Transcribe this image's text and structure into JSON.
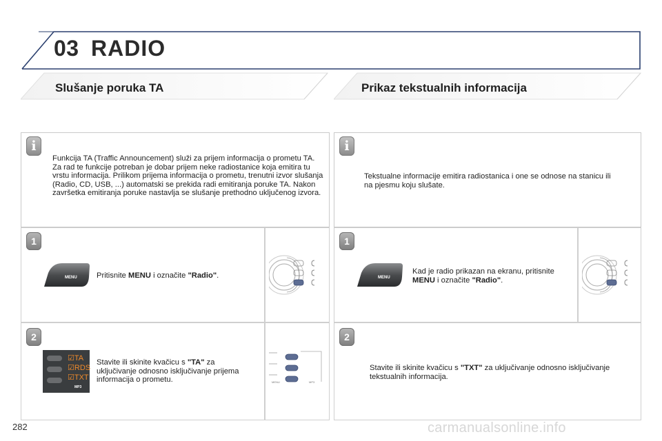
{
  "header": {
    "chapter": "03",
    "title": "RADIO"
  },
  "left": {
    "section_title": "Slušanje poruka TA",
    "info_text": "Funkcija TA (Traffic Announcement) služi za prijem informacija o prometu TA. Za rad te funkcije potreban je dobar prijem neke radiostanice koja emitira tu vrstu informacija. Prilikom prijema informacija o prometu, trenutni izvor slušanja (Radio, CD, USB, ...) automatski se prekida radi emitiranja poruke TA. Nakon završetka emitiranja poruke nastavlja se slušanje prethodno uključenog izvora.",
    "step1": {
      "num": "1",
      "pre": "Pritisnite ",
      "b1": "MENU",
      "mid": " i označite ",
      "b2": "\"Radio\"",
      "post": "."
    },
    "step2": {
      "num": "2",
      "pre": "Stavite ili skinite kvačicu s ",
      "b1": "\"TA\"",
      "post": " za uključivanje odnosno isključivanje prijema informacija o prometu."
    },
    "ta_options": [
      "TA",
      "RDS",
      "TXT"
    ],
    "mp3_label": "MP3"
  },
  "right": {
    "section_title": "Prikaz tekstualnih informacija",
    "info_text": "Tekstualne informacije emitira radiostanica i one se odnose na stanicu ili na pjesmu koju slušate.",
    "step1": {
      "num": "1",
      "pre": "Kad je radio prikazan na ekranu, pritisnite ",
      "b1": "MENU",
      "mid": " i označite ",
      "b2": "\"Radio\"",
      "post": "."
    },
    "step2": {
      "num": "2",
      "pre": "Stavite ili skinite kvačicu s ",
      "b1": "\"TXT\"",
      "post": " za uključivanje odnosno isključivanje tekstualnih informacija."
    }
  },
  "controls": {
    "menu_label": "MENU",
    "info_glyph": "i",
    "mp3_label": "MP3"
  },
  "footer": {
    "page_number": "282",
    "watermark": "carmanualsonline.info"
  }
}
